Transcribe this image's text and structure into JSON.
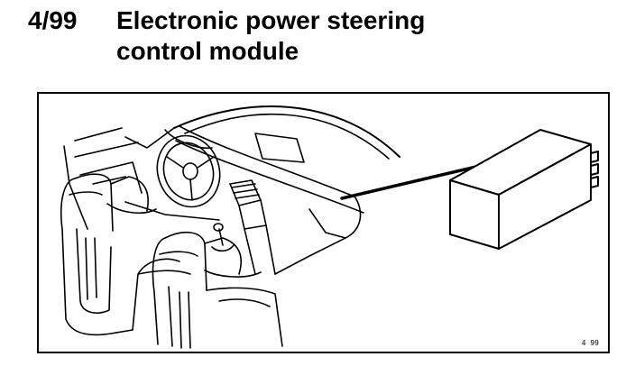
{
  "header": {
    "ref_number": "4/99",
    "title_line1": "Electronic power steering",
    "title_line2": "control module"
  },
  "figure": {
    "code": "4 99",
    "icons": [
      "car-interior-illustration",
      "control-module-icon",
      "leader-line"
    ]
  },
  "colors": {
    "ink": "#000000",
    "paper": "#ffffff"
  }
}
